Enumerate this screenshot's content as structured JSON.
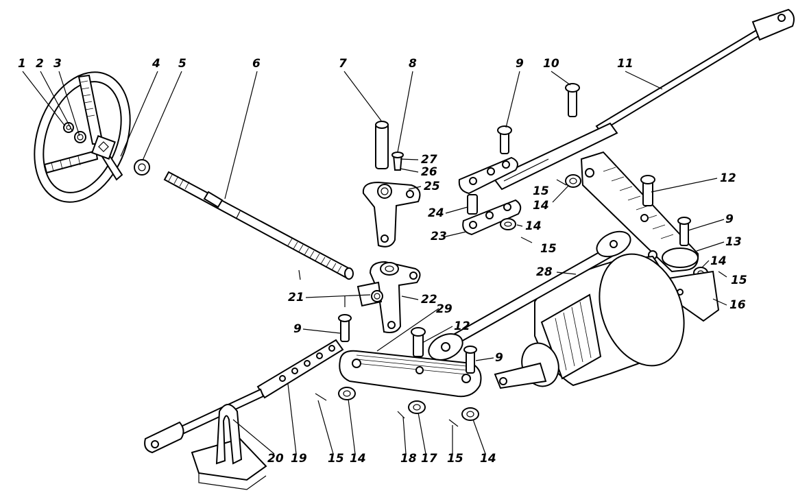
{
  "part_numbers": [
    "1",
    "2",
    "3",
    "4",
    "5",
    "6",
    "7",
    "8",
    "9",
    "10",
    "11",
    "12",
    "13",
    "14",
    "15",
    "16",
    "17",
    "18",
    "19",
    "20",
    "21",
    "22",
    "23",
    "24",
    "25",
    "26",
    "27",
    "28",
    "29"
  ],
  "callouts": [
    {
      "text": "1"
    },
    {
      "text": "2"
    },
    {
      "text": "3"
    },
    {
      "text": "4"
    },
    {
      "text": "5"
    },
    {
      "text": "6"
    },
    {
      "text": "7"
    },
    {
      "text": "8"
    },
    {
      "text": "9"
    },
    {
      "text": "10"
    },
    {
      "text": "11"
    },
    {
      "text": "27"
    },
    {
      "text": "26"
    },
    {
      "text": "25"
    },
    {
      "text": "15"
    },
    {
      "text": "14"
    },
    {
      "text": "12"
    },
    {
      "text": "24"
    },
    {
      "text": "14"
    },
    {
      "text": "23"
    },
    {
      "text": "15"
    },
    {
      "text": "9"
    },
    {
      "text": "13"
    },
    {
      "text": "14"
    },
    {
      "text": "15"
    },
    {
      "text": "28"
    },
    {
      "text": "16"
    },
    {
      "text": "21"
    },
    {
      "text": "22"
    },
    {
      "text": "29"
    },
    {
      "text": "9"
    },
    {
      "text": "12"
    },
    {
      "text": "9"
    },
    {
      "text": "20"
    },
    {
      "text": "19"
    },
    {
      "text": "15"
    },
    {
      "text": "14"
    },
    {
      "text": "18"
    },
    {
      "text": "17"
    },
    {
      "text": "15"
    },
    {
      "text": "14"
    }
  ]
}
